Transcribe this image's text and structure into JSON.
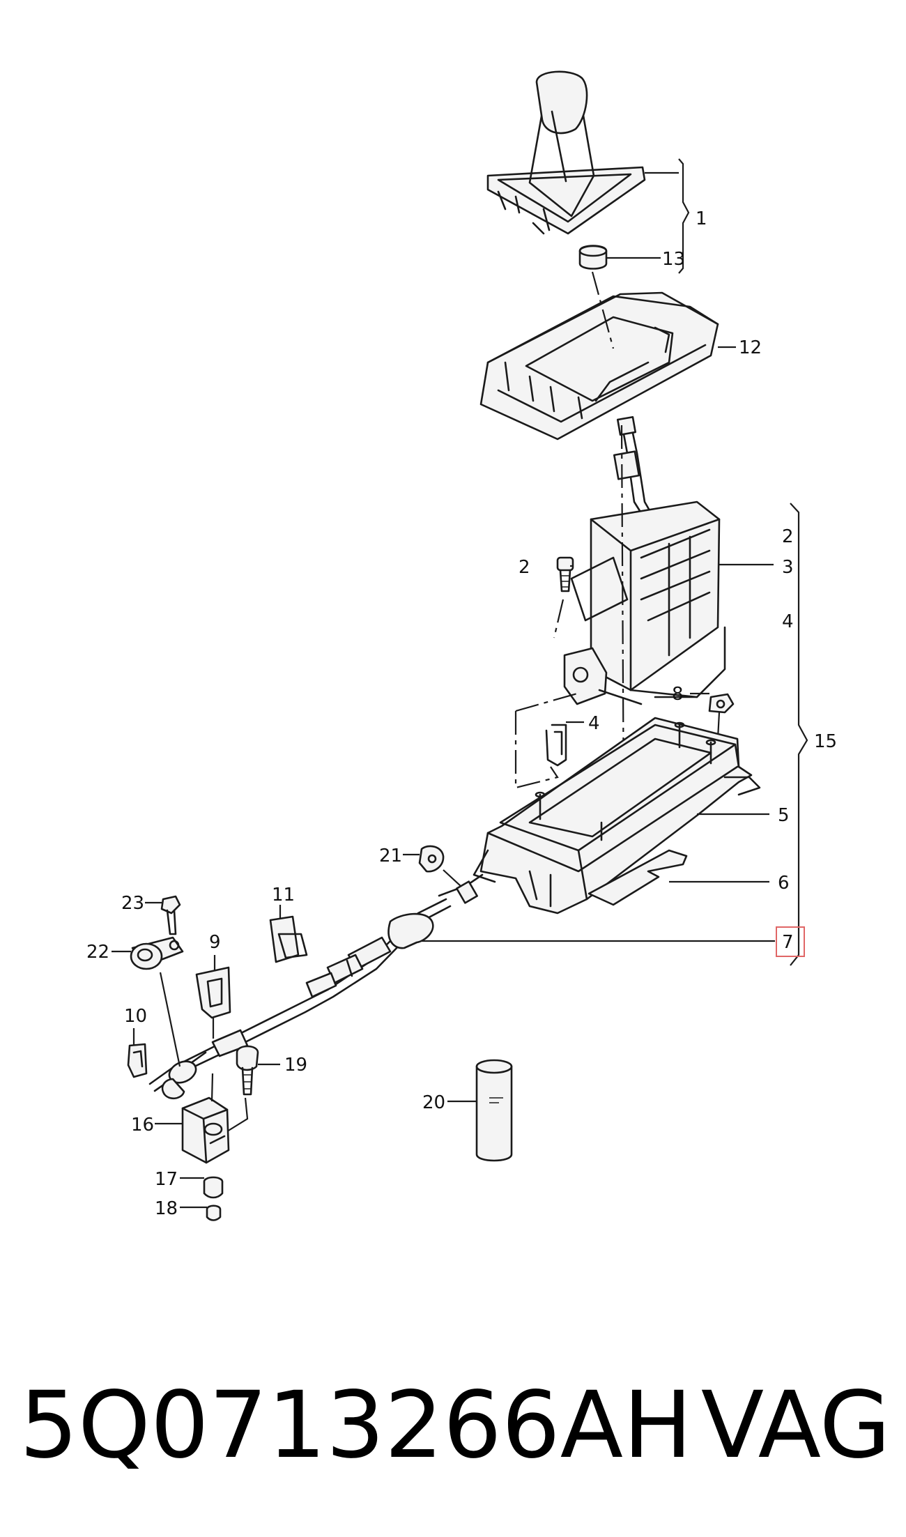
{
  "diagram": {
    "callouts": {
      "1": "1",
      "2": "2",
      "3": "3",
      "4": "4",
      "5": "5",
      "6": "6",
      "7": "7",
      "8": "8",
      "9": "9",
      "10": "10",
      "11": "11",
      "12": "12",
      "13": "13",
      "15": "15",
      "16": "16",
      "17": "17",
      "18": "18",
      "19": "19",
      "20": "20",
      "21": "21",
      "22": "22",
      "23": "23"
    },
    "highlighted_callout": "7",
    "highlight_color": "#e06666"
  },
  "caption": {
    "part_number": "5Q0713266AH",
    "brand": "VAG"
  }
}
